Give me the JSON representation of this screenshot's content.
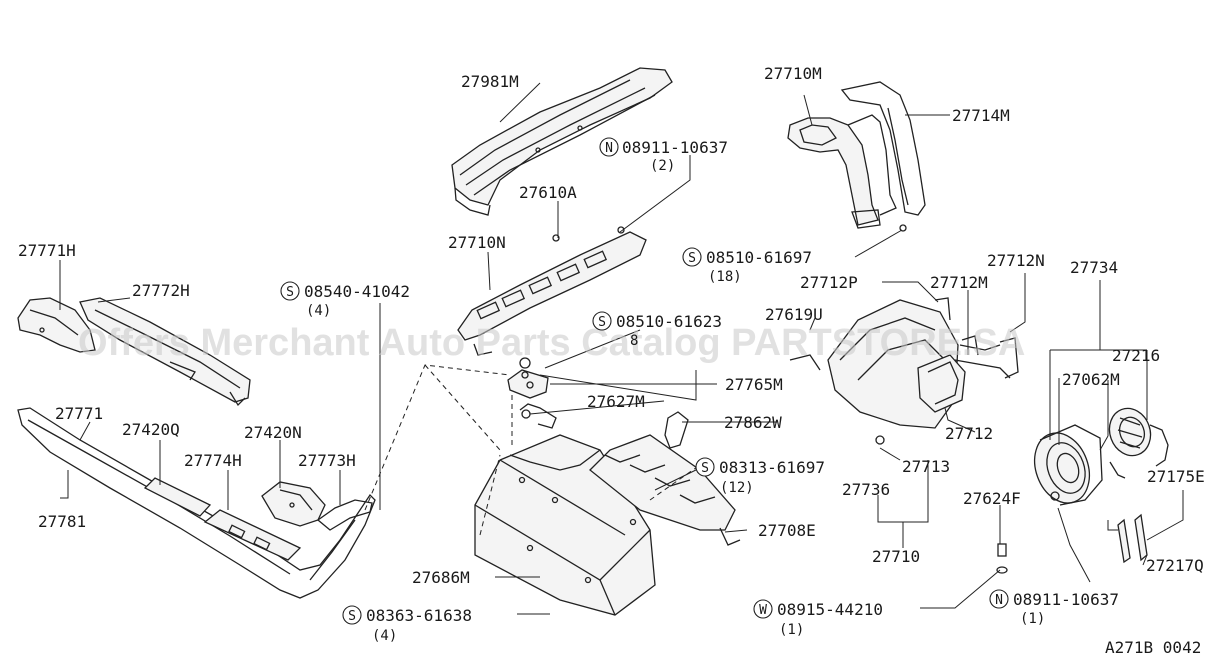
{
  "watermark": "Offers Merchant Auto Parts Catalog PARTSTORE.SA",
  "ref_code": "A271B 0042",
  "parts": {
    "p27981M": "27981M",
    "p27710M": "27710M",
    "p27714M": "27714M",
    "p27610A": "27610A",
    "p27710N": "27710N",
    "p27771H": "27771H",
    "p27772H": "27772H",
    "p27712P": "27712P",
    "p27712M": "27712M",
    "p27712N": "27712N",
    "p27734": "27734",
    "p27216": "27216",
    "p27619U": "27619U",
    "p27765M": "27765M",
    "p27627M": "27627M",
    "p27062M": "27062M",
    "p27771": "27771",
    "p27420Q": "27420Q",
    "p27420N": "27420N",
    "p27774H": "27774H",
    "p27773H": "27773H",
    "p27781": "27781",
    "p27862W": "27862W",
    "p27712": "27712",
    "p27713": "27713",
    "p27736": "27736",
    "p27175E": "27175E",
    "p27624F": "27624F",
    "p27708E": "27708E",
    "p27710": "27710",
    "p27217Q": "27217Q",
    "p27686M": "27686M"
  },
  "fasteners": {
    "f1": {
      "prefix": "N",
      "number": "08911-10637",
      "qty": "(2)"
    },
    "f2": {
      "prefix": "S",
      "number": "08510-61697",
      "qty": "(18)"
    },
    "f3": {
      "prefix": "S",
      "number": "08540-41042",
      "qty": "(4)"
    },
    "f4": {
      "prefix": "S",
      "number": "08510-61623",
      "qty": "8"
    },
    "f5": {
      "prefix": "S",
      "number": "08313-61697",
      "qty": "(12)"
    },
    "f6": {
      "prefix": "W",
      "number": "08915-44210",
      "qty": "(1)"
    },
    "f7": {
      "prefix": "N",
      "number": "08911-10637",
      "qty": "(1)"
    },
    "f8": {
      "prefix": "S",
      "number": "08363-61638",
      "qty": "(4)"
    }
  }
}
